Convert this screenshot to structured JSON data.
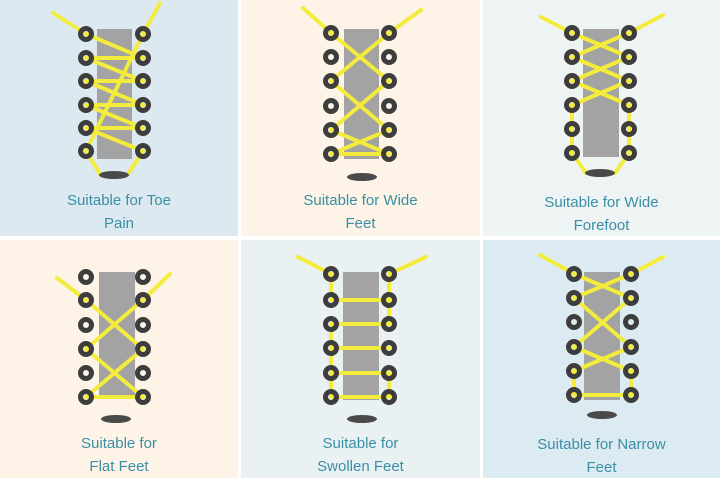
{
  "colors": {
    "lace": "#f4ec3c",
    "tongue": "#a3a3a3",
    "eyelet": "#3d3d3d",
    "caption": "#3a8fa6"
  },
  "panels": [
    {
      "id": "toe-pain",
      "line1": "Suitable for Toe",
      "line2": "Pain",
      "bg": "#dce9f1"
    },
    {
      "id": "wide-feet",
      "line1": "Suitable for  Wide",
      "line2": "Feet",
      "bg": "#fdf4e7"
    },
    {
      "id": "wide-forefoot",
      "line1": "Suitable for Wide",
      "line2": "Forefoot",
      "bg": "#eef3f3"
    },
    {
      "id": "flat-feet",
      "line1": "Suitable for",
      "line2": "Flat Feet",
      "bg": "#fdf4e7"
    },
    {
      "id": "swollen-feet",
      "line1": "Suitable for",
      "line2": "Swollen Feet",
      "bg": "#eaf1f3"
    },
    {
      "id": "narrow-feet",
      "line1": "Suitable for Narrow",
      "line2": "Feet",
      "bg": "#dcebf1"
    }
  ]
}
